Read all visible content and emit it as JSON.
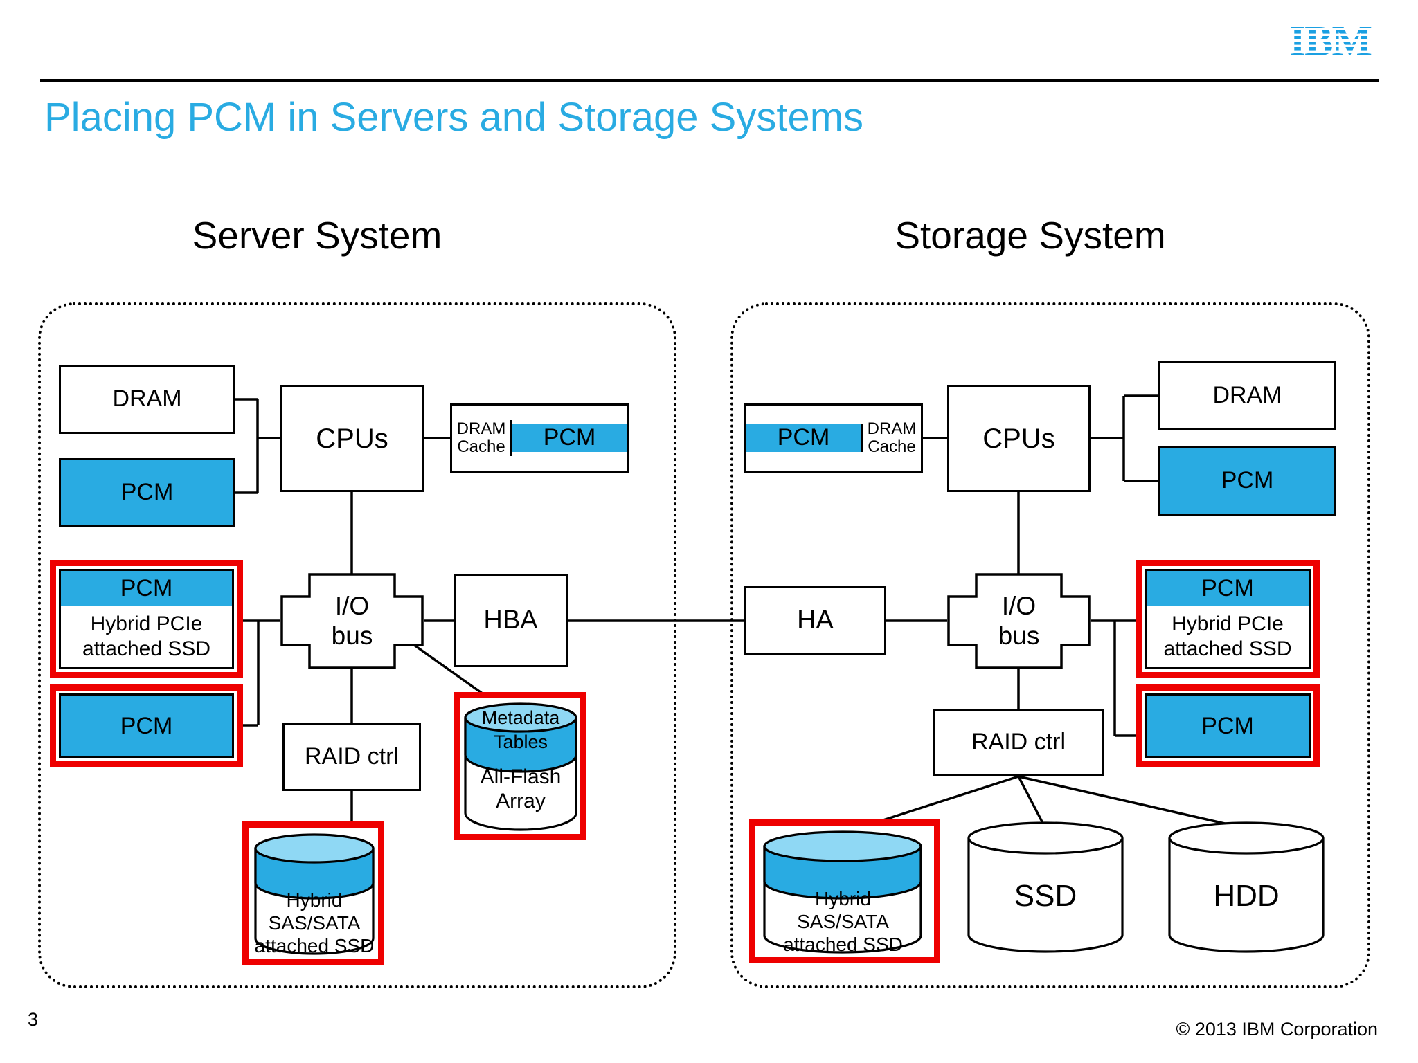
{
  "slide": {
    "title": "Placing PCM in Servers and Storage Systems",
    "logo_text": "IBM",
    "page_number": "3",
    "copyright": "© 2013 IBM Corporation"
  },
  "colors": {
    "accent_blue": "#29ABE2",
    "light_blue": "#8FD8F4",
    "highlight_red": "#EE0000",
    "line_black": "#000000"
  },
  "server_system": {
    "heading": "Server System",
    "dram": "DRAM",
    "pcm_dimm": "PCM",
    "cpus": "CPUs",
    "dram_cache": "DRAM\nCache",
    "cache_pcm": "PCM",
    "io_bus": "I/O\nbus",
    "hba": "HBA",
    "hybrid_pcie_pcm": "PCM",
    "hybrid_pcie_body": "Hybrid PCIe\nattached SSD",
    "pcm_card": "PCM",
    "raid": "RAID ctrl",
    "metadata_top": "Metadata",
    "metadata_band": "Tables",
    "all_flash_body": "All-Flash\nArray",
    "hybrid_sas_body": "Hybrid\nSAS/SATA\nattached SSD"
  },
  "storage_system": {
    "heading": "Storage System",
    "cache_pcm": "PCM",
    "dram_cache": "DRAM\nCache",
    "cpus": "CPUs",
    "dram": "DRAM",
    "pcm_dimm": "PCM",
    "ha": "HA",
    "io_bus": "I/O\nbus",
    "hybrid_pcie_pcm": "PCM",
    "hybrid_pcie_body": "Hybrid PCIe\nattached SSD",
    "pcm_card": "PCM",
    "raid": "RAID ctrl",
    "hybrid_sas_body": "Hybrid\nSAS/SATA\nattached SSD",
    "ssd": "SSD",
    "hdd": "HDD"
  }
}
